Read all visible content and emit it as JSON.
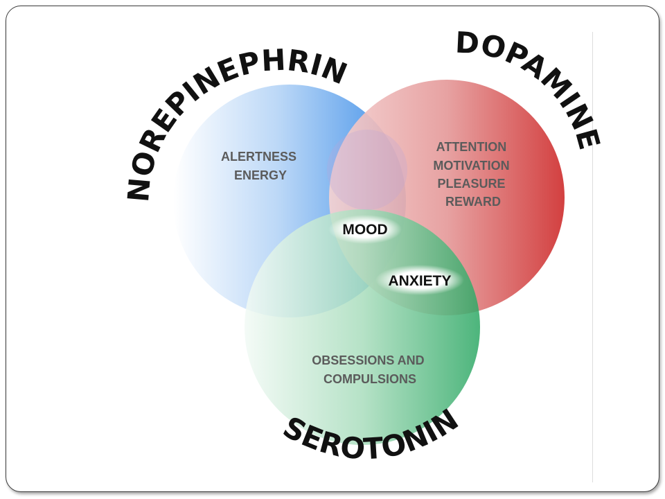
{
  "diagram": {
    "circles": {
      "norepinephrine": {
        "title": "NOREPINEPHRINE",
        "color": "#3f8fe8",
        "lines": [
          "ALERTNESS",
          "ENERGY"
        ]
      },
      "dopamine": {
        "title": "DOPAMINE",
        "color": "#d83a3a",
        "lines": [
          "ATTENTION",
          "MOTIVATION",
          "PLEASURE",
          "REWARD"
        ]
      },
      "serotonin": {
        "title": "SEROTONIN",
        "color": "#2ea865",
        "lines": [
          "OBSESSIONS AND",
          "COMPULSIONS"
        ]
      }
    },
    "overlaps": {
      "mood": "MOOD",
      "anxiety": "ANXIETY"
    }
  }
}
